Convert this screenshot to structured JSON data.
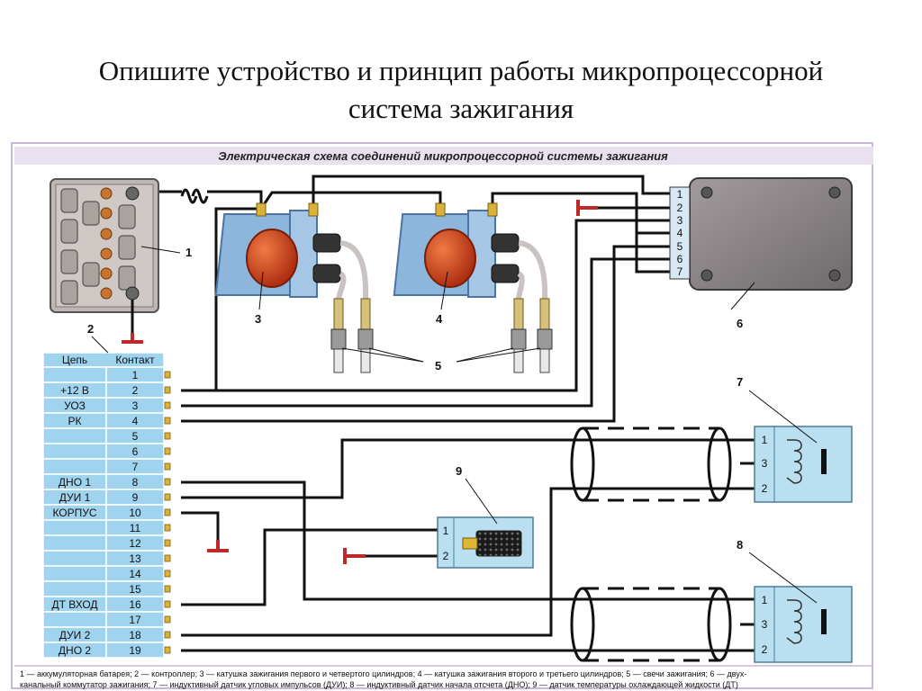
{
  "slide": {
    "title_line1": "Опишите устройство и принцип работы микропроцессорной",
    "title_line2": "система зажигания"
  },
  "diagram": {
    "header": "Электрическая схема соединений микропроцессорной системы зажигания",
    "callouts": [
      "1",
      "2",
      "3",
      "4",
      "5",
      "6",
      "7",
      "8",
      "9"
    ],
    "commutator_pins": [
      "1",
      "2",
      "3",
      "4",
      "5",
      "6",
      "7"
    ],
    "controller_table": {
      "col_circuit": "Цепь",
      "col_contact": "Контакт",
      "rows": [
        {
          "circuit": "",
          "contact": "1"
        },
        {
          "circuit": "+12 В",
          "contact": "2"
        },
        {
          "circuit": "УОЗ",
          "contact": "3"
        },
        {
          "circuit": "РК",
          "contact": "4"
        },
        {
          "circuit": "",
          "contact": "5"
        },
        {
          "circuit": "",
          "contact": "6"
        },
        {
          "circuit": "",
          "contact": "7"
        },
        {
          "circuit": "ДНО 1",
          "contact": "8"
        },
        {
          "circuit": "ДУИ 1",
          "contact": "9"
        },
        {
          "circuit": "КОРПУС",
          "contact": "10"
        },
        {
          "circuit": "",
          "contact": "11"
        },
        {
          "circuit": "",
          "contact": "12"
        },
        {
          "circuit": "",
          "contact": "13"
        },
        {
          "circuit": "",
          "contact": "14"
        },
        {
          "circuit": "",
          "contact": "15"
        },
        {
          "circuit": "ДТ ВХОД",
          "contact": "16"
        },
        {
          "circuit": "",
          "contact": "17"
        },
        {
          "circuit": "ДУИ 2",
          "contact": "18"
        },
        {
          "circuit": "ДНО 2",
          "contact": "19"
        }
      ]
    },
    "sensor7_pins": [
      "1",
      "3",
      "2"
    ],
    "sensor8_pins": [
      "1",
      "3",
      "2"
    ],
    "sensor9_pins": [
      "1",
      "2"
    ],
    "legend_line1": "1 — аккумуляторная батарея; 2 — контроллер; 3 — катушка зажигания первого и четвертого цилиндров; 4 — катушка зажигания второго и третьего цилиндров; 5 — свечи зажигания; 6 — двух-",
    "legend_line2": "канальный коммутатор зажигания; 7 — индуктивный датчик угловых импульсов (ДУИ); 8 — индуктивный датчик начала отсчета (ДНО); 9 — датчик температуры охлаждающей жидкости (ДТ)"
  },
  "colors": {
    "poster_bg": "#ffffff",
    "header_bg": "#e9e0f0",
    "cell_blue": "#9fd3ee",
    "table_border": "#ffffff",
    "commutator": "#8d8689",
    "coil_orange": "#d8431c",
    "coil_bracket": "#7fa7cf",
    "sensor_bg": "#b9dff0",
    "ground_red": "#c0282a"
  }
}
